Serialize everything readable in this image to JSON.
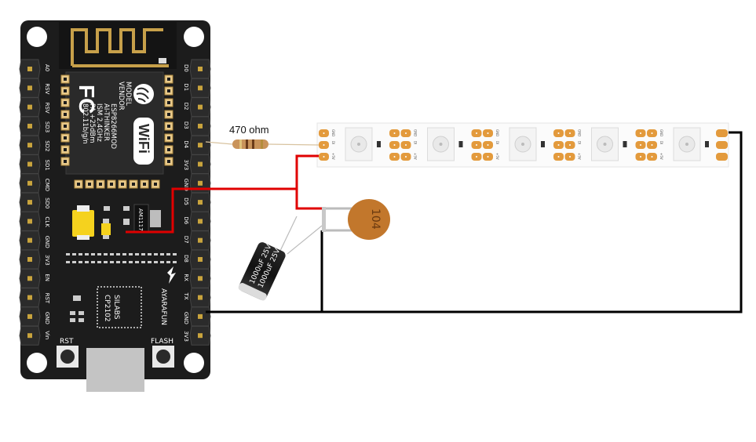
{
  "resistor_label": "470 ohm",
  "left_pins": [
    "A0",
    "RSV",
    "RSV",
    "SD3",
    "SD2",
    "SD1",
    "CMD",
    "SD0",
    "CLK",
    "GND",
    "3V3",
    "EN",
    "RST",
    "GND",
    "Vin"
  ],
  "right_pins": [
    "D0",
    "D1",
    "D2",
    "D3",
    "D4",
    "3V3",
    "GND",
    "D5",
    "D6",
    "D7",
    "D8",
    "RX",
    "TX",
    "GND",
    "3V3"
  ],
  "module": {
    "model": "MODEL",
    "model_value": "ESP8266MOD",
    "vendor": "VENDOR",
    "vendor_value": "AI-THINKER",
    "spec1": "ISM 2.4GHz",
    "spec2": "PA +25dBm",
    "spec3": "802.11b/g/n",
    "fc": "FC",
    "wifi": "WiFi"
  },
  "regulator": "AM1117",
  "usb_chip": {
    "brand": "SILABS",
    "part": "CP2102"
  },
  "maker": "AYARAFUN",
  "buttons": {
    "rst": "RST",
    "flash": "FLASH"
  },
  "ceramic_cap": "104",
  "electrolytic_cap": "1000uF 25V",
  "strip_pad_labels": [
    "GND",
    "DI",
    "+5V"
  ],
  "colors": {
    "wire_red": "#e00000",
    "wire_black": "#000000",
    "board": "#1c1c1c",
    "pad": "#e39a3c",
    "resistor": "#c9935a",
    "ceramic": "#c2772c"
  }
}
